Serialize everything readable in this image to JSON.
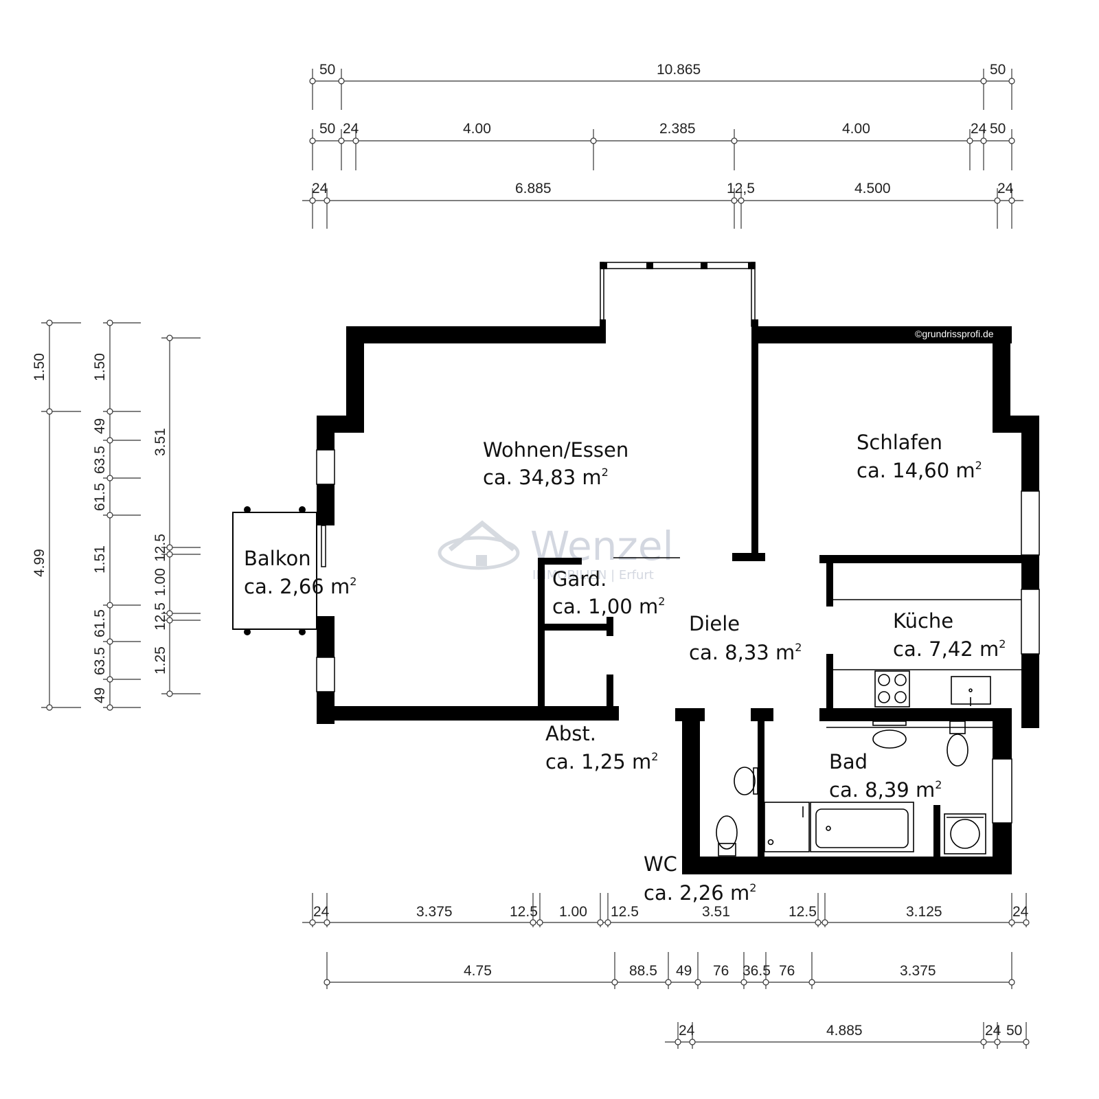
{
  "copyright": "©grundrissprofi.de",
  "watermark": {
    "brand": "Wenzel",
    "subtitle": "IMMOBILIEN | Erfurt"
  },
  "rooms": {
    "wohnen": {
      "name": "Wohnen/Essen",
      "area": "ca. 34,83 m",
      "sup": "2"
    },
    "schlafen": {
      "name": "Schlafen",
      "area": "ca. 14,60 m",
      "sup": "2"
    },
    "balkon": {
      "name": "Balkon",
      "area": "ca. 2,66 m",
      "sup": "2"
    },
    "gard": {
      "name": "Gard.",
      "area": "ca. 1,00 m",
      "sup": "2"
    },
    "diele": {
      "name": "Diele",
      "area": "ca. 8,33 m",
      "sup": "2"
    },
    "kueche": {
      "name": "Küche",
      "area": "ca. 7,42 m",
      "sup": "2"
    },
    "abst": {
      "name": "Abst.",
      "area": "ca. 1,25 m",
      "sup": "2"
    },
    "bad": {
      "name": "Bad",
      "area": "ca. 8,39 m",
      "sup": "2"
    },
    "wc": {
      "name": "WC",
      "area": "ca. 2,26 m",
      "sup": "2"
    }
  },
  "dimensions": {
    "top_row1": [
      "50",
      "10.865",
      "50"
    ],
    "top_row2": [
      "50",
      "24",
      "4.00",
      "2.385",
      "4.00",
      "24",
      "50"
    ],
    "top_row3": [
      "24",
      "6.885",
      "12,5",
      "4.500",
      "24"
    ],
    "bottom_row1": [
      "24",
      "3.375",
      "12.5",
      "1.00",
      "12.5",
      "3.51",
      "12.5",
      "3.125",
      "24"
    ],
    "bottom_row2": [
      "4.75",
      "88.5",
      "49",
      "76",
      "36.5",
      "76",
      "3.375"
    ],
    "bottom_row3": [
      "24",
      "4.885",
      "24",
      "50"
    ],
    "left_outer": [
      "1.50",
      "4.99"
    ],
    "left_middle": [
      "1.50",
      "49",
      "63.5",
      "61.5",
      "1.51",
      "61.5",
      "63.5",
      "49"
    ],
    "left_inner": [
      "3.51",
      "12.5",
      "1.00",
      "12.5",
      "1.25"
    ]
  }
}
